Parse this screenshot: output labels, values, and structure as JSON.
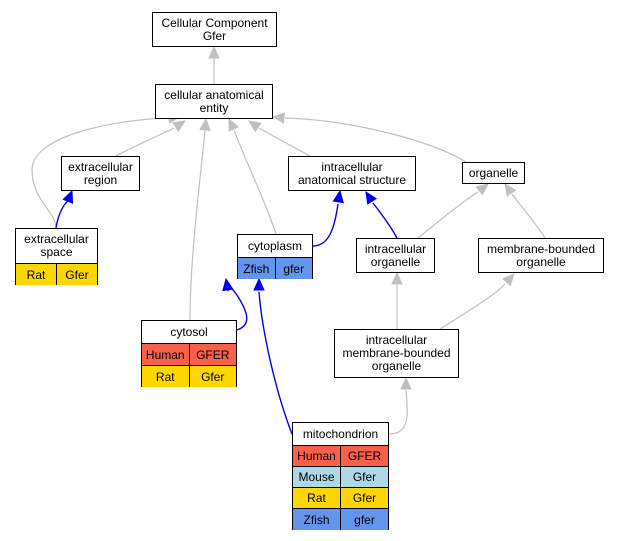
{
  "colors": {
    "edge_gray": "#c0c0c0",
    "edge_blue": "#0000ee",
    "Human": "#f9604a",
    "Mouse": "#add8e6",
    "Rat": "#ffd700",
    "Zfish": "#6495ed"
  },
  "nodes": {
    "cc": {
      "label": "Cellular Component\nGfer"
    },
    "cae": {
      "label": "cellular anatomical\nentity"
    },
    "ecr": {
      "label": "extracellular\nregion"
    },
    "ias": {
      "label": "intracellular\nanatomical structure"
    },
    "org": {
      "label": "organelle"
    },
    "io": {
      "label": "intracellular\norganelle"
    },
    "mbo": {
      "label": "membrane-bounded\norganelle"
    },
    "imbo": {
      "label": "intracellular\nmembrane-bounded\norganelle"
    }
  },
  "tables": {
    "ecs": {
      "label": "extracellular\nspace",
      "rows": [
        {
          "species": "Rat",
          "gene": "Gfer"
        }
      ]
    },
    "cyto": {
      "label": "cytoplasm",
      "rows": [
        {
          "species": "Zfish",
          "gene": "gfer"
        }
      ]
    },
    "cytosol": {
      "label": "cytosol",
      "rows": [
        {
          "species": "Human",
          "gene": "GFER"
        },
        {
          "species": "Rat",
          "gene": "Gfer"
        }
      ]
    },
    "mito": {
      "label": "mitochondrion",
      "rows": [
        {
          "species": "Human",
          "gene": "GFER"
        },
        {
          "species": "Mouse",
          "gene": "Gfer"
        },
        {
          "species": "Rat",
          "gene": "Gfer"
        },
        {
          "species": "Zfish",
          "gene": "gfer"
        }
      ]
    }
  },
  "edges": [
    {
      "from": "cae",
      "to": "cc",
      "style": "gray"
    },
    {
      "from": "ecr",
      "to": "cae",
      "style": "gray"
    },
    {
      "from": "ias",
      "to": "cae",
      "style": "gray"
    },
    {
      "from": "org",
      "to": "cae",
      "style": "gray"
    },
    {
      "from": "ecs",
      "to": "cae",
      "style": "gray"
    },
    {
      "from": "cytosol",
      "to": "cae",
      "style": "gray"
    },
    {
      "from": "cyto",
      "to": "cae",
      "style": "gray"
    },
    {
      "from": "ecs",
      "to": "ecr",
      "style": "blue"
    },
    {
      "from": "cyto",
      "to": "ias",
      "style": "blue"
    },
    {
      "from": "io",
      "to": "ias",
      "style": "blue"
    },
    {
      "from": "io",
      "to": "org",
      "style": "gray"
    },
    {
      "from": "mbo",
      "to": "org",
      "style": "gray"
    },
    {
      "from": "imbo",
      "to": "io",
      "style": "gray"
    },
    {
      "from": "imbo",
      "to": "mbo",
      "style": "gray"
    },
    {
      "from": "cytosol",
      "to": "cyto",
      "style": "blue"
    },
    {
      "from": "mito",
      "to": "cyto",
      "style": "blue"
    },
    {
      "from": "mito",
      "to": "imbo",
      "style": "gray"
    }
  ]
}
